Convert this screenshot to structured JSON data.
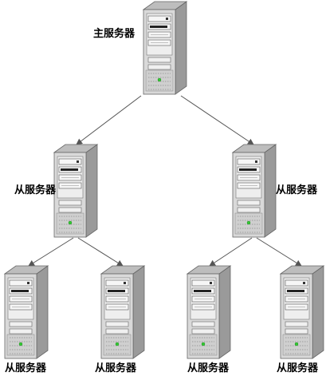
{
  "diagram": {
    "type": "tree",
    "colors": {
      "background": "#ffffff",
      "line": "#555555",
      "server_front": "#d9d9d9",
      "server_side": "#9a9a9a",
      "server_top": "#bdbdbd",
      "led": "#33cc33"
    },
    "nodes": [
      {
        "id": "root",
        "label": "主服务器",
        "icon": "server-tower-icon"
      },
      {
        "id": "mid-left",
        "label": "从服务器",
        "icon": "server-tower-icon"
      },
      {
        "id": "mid-right",
        "label": "从服务器",
        "icon": "server-tower-icon"
      },
      {
        "id": "leaf-1",
        "label": "从服务器",
        "icon": "server-tower-icon"
      },
      {
        "id": "leaf-2",
        "label": "从服务器",
        "icon": "server-tower-icon"
      },
      {
        "id": "leaf-3",
        "label": "从服务器",
        "icon": "server-tower-icon"
      },
      {
        "id": "leaf-4",
        "label": "从服务器",
        "icon": "server-tower-icon"
      }
    ],
    "edges": [
      {
        "from": "root",
        "to": "mid-left"
      },
      {
        "from": "root",
        "to": "mid-right"
      },
      {
        "from": "mid-left",
        "to": "leaf-1"
      },
      {
        "from": "mid-left",
        "to": "leaf-2"
      },
      {
        "from": "mid-right",
        "to": "leaf-3"
      },
      {
        "from": "mid-right",
        "to": "leaf-4"
      }
    ]
  }
}
